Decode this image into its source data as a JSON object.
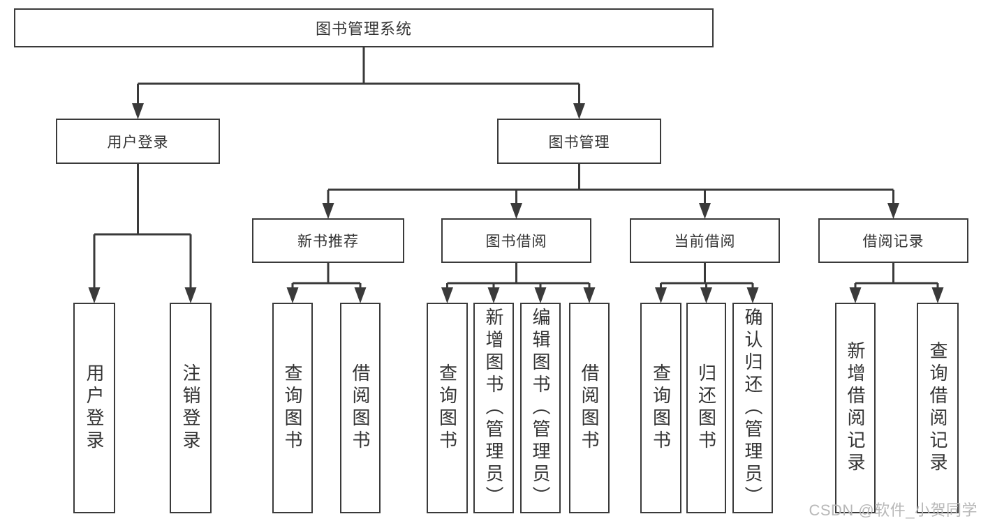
{
  "colors": {
    "line": "#3a3a3a",
    "border": "#3a3a3a",
    "text": "#333333",
    "background": "#ffffff",
    "watermark": "#b8b8b8"
  },
  "watermark": {
    "text": "CSDN @软件_小贺同学"
  },
  "diagram": {
    "type": "tree",
    "title": "图书管理系统",
    "nodes": [
      {
        "id": "root",
        "label": "图书管理系统",
        "level": 1,
        "parent": null,
        "orientation": "horizontal"
      },
      {
        "id": "user-login",
        "label": "用户登录",
        "level": 2,
        "parent": "root",
        "orientation": "horizontal"
      },
      {
        "id": "book-mgmt",
        "label": "图书管理",
        "level": 2,
        "parent": "root",
        "orientation": "horizontal"
      },
      {
        "id": "new-book-rec",
        "label": "新书推荐",
        "level": 3,
        "parent": "book-mgmt",
        "orientation": "horizontal"
      },
      {
        "id": "book-borrow",
        "label": "图书借阅",
        "level": 3,
        "parent": "book-mgmt",
        "orientation": "horizontal"
      },
      {
        "id": "current-borrow",
        "label": "当前借阅",
        "level": 3,
        "parent": "book-mgmt",
        "orientation": "horizontal"
      },
      {
        "id": "borrow-record",
        "label": "借阅记录",
        "level": 3,
        "parent": "book-mgmt",
        "orientation": "horizontal"
      },
      {
        "id": "leaf-user-login",
        "label": "用户登录",
        "level": 4,
        "parent": "user-login",
        "orientation": "vertical"
      },
      {
        "id": "leaf-logout",
        "label": "注销登录",
        "level": 4,
        "parent": "user-login",
        "orientation": "vertical"
      },
      {
        "id": "leaf-query-book-1",
        "label": "查询图书",
        "level": 4,
        "parent": "new-book-rec",
        "orientation": "vertical"
      },
      {
        "id": "leaf-borrow-book-1",
        "label": "借阅图书",
        "level": 4,
        "parent": "new-book-rec",
        "orientation": "vertical"
      },
      {
        "id": "leaf-query-book-2",
        "label": "查询图书",
        "level": 4,
        "parent": "book-borrow",
        "orientation": "vertical"
      },
      {
        "id": "leaf-add-book",
        "label": "新增图书（管理员）",
        "level": 4,
        "parent": "book-borrow",
        "orientation": "vertical"
      },
      {
        "id": "leaf-edit-book",
        "label": "编辑图书（管理员）",
        "level": 4,
        "parent": "book-borrow",
        "orientation": "vertical"
      },
      {
        "id": "leaf-borrow-book-2",
        "label": "借阅图书",
        "level": 4,
        "parent": "book-borrow",
        "orientation": "vertical"
      },
      {
        "id": "leaf-query-book-3",
        "label": "查询图书",
        "level": 4,
        "parent": "current-borrow",
        "orientation": "vertical"
      },
      {
        "id": "leaf-return-book",
        "label": "归还图书",
        "level": 4,
        "parent": "current-borrow",
        "orientation": "vertical"
      },
      {
        "id": "leaf-confirm-return",
        "label": "确认归还（管理员）",
        "level": 4,
        "parent": "current-borrow",
        "orientation": "vertical"
      },
      {
        "id": "leaf-add-record",
        "label": "新增借阅记录",
        "level": 4,
        "parent": "borrow-record",
        "orientation": "vertical"
      },
      {
        "id": "leaf-query-record",
        "label": "查询借阅记录",
        "level": 4,
        "parent": "borrow-record",
        "orientation": "vertical"
      }
    ]
  }
}
